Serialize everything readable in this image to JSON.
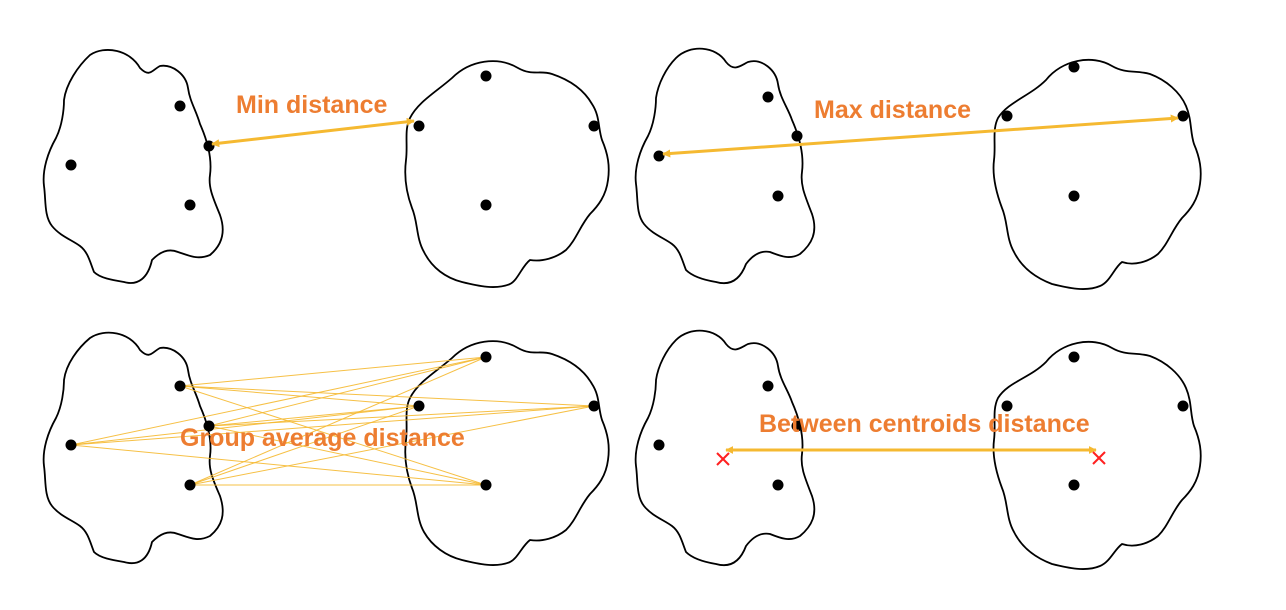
{
  "colors": {
    "label": "#ED7D31",
    "connector": "#F5B931",
    "centroid_marker": "#FF2020",
    "outline": "#000000",
    "point": "#000000"
  },
  "panels": {
    "min": {
      "label": "Min distance"
    },
    "max": {
      "label": "Max distance"
    },
    "average": {
      "label": "Group average distance"
    },
    "centroid": {
      "label": "Between centroids distance"
    }
  }
}
